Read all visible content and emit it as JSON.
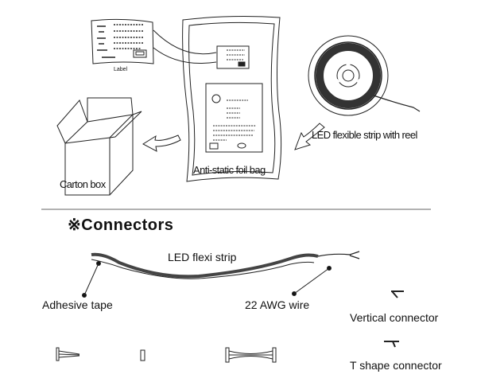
{
  "packaging": {
    "label_caption": "Label",
    "foil_bag": "Anti-static foil bag",
    "carton_box": "Carton box",
    "reel": "LED flexible strip with reel"
  },
  "connectors": {
    "symbol": "※",
    "title": "Connectors",
    "strip": "LED flexi strip",
    "adhesive_tape": "Adhesive tape",
    "wire": "22 AWG wire",
    "vertical_connector": "Vertical connector",
    "t_shape_connector": "T shape connector"
  }
}
